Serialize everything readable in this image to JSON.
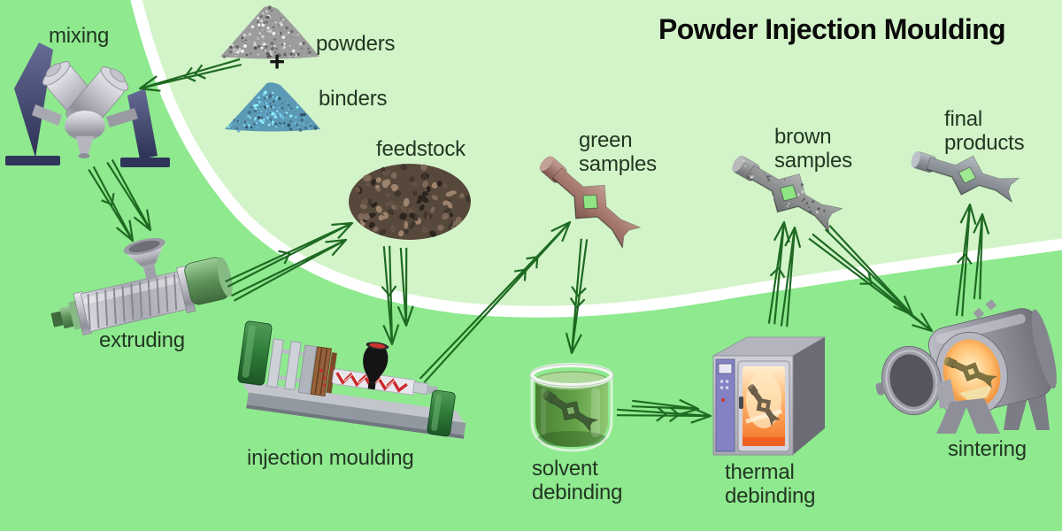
{
  "title": "Powder Injection Moulding",
  "steps": {
    "mixing": "mixing",
    "powders": "powders",
    "plus": "+",
    "binders": "binders",
    "feedstock": "feedstock",
    "extruding": "extruding",
    "injection_moulding": "injection moulding",
    "green_samples": [
      "green",
      "samples"
    ],
    "solvent_debinding": [
      "solvent",
      "debinding"
    ],
    "thermal_debinding": [
      "thermal",
      "debinding"
    ],
    "brown_samples": [
      "brown",
      "samples"
    ],
    "sintering": "sintering",
    "final_products": [
      "final",
      "products"
    ]
  },
  "flow": [
    {
      "from": "powders binders",
      "to": "mixing"
    },
    {
      "from": "mixing",
      "to": "extruding"
    },
    {
      "from": "extruding",
      "to": "feedstock"
    },
    {
      "from": "feedstock",
      "to": "injection moulding"
    },
    {
      "from": "injection moulding",
      "to": "green samples"
    },
    {
      "from": "green samples",
      "to": "solvent debinding"
    },
    {
      "from": "solvent debinding",
      "to": "thermal debinding"
    },
    {
      "from": "thermal debinding",
      "to": "brown samples"
    },
    {
      "from": "brown samples",
      "to": "sintering"
    },
    {
      "from": "sintering",
      "to": "final products"
    }
  ],
  "colors": {
    "bg": "#8fe98f",
    "inner": "#d3f4c8",
    "curve": "#ffffff",
    "title": "#0a0a0a",
    "label": "#233623",
    "arrow": "#1e6a22",
    "powders_pile": "#9c9c9c",
    "binders_pile": "#5b99b5",
    "feedstock_granules": "#57483c",
    "green_sample": "#a6796f",
    "brown_sample": "#8f9193",
    "final_product": "#8d939a",
    "machine_green": "#2e7a38",
    "stand_navy": "#3a3f68",
    "furnace_glow": "#ff9a3c",
    "solvent_liquid": "#63a148"
  }
}
